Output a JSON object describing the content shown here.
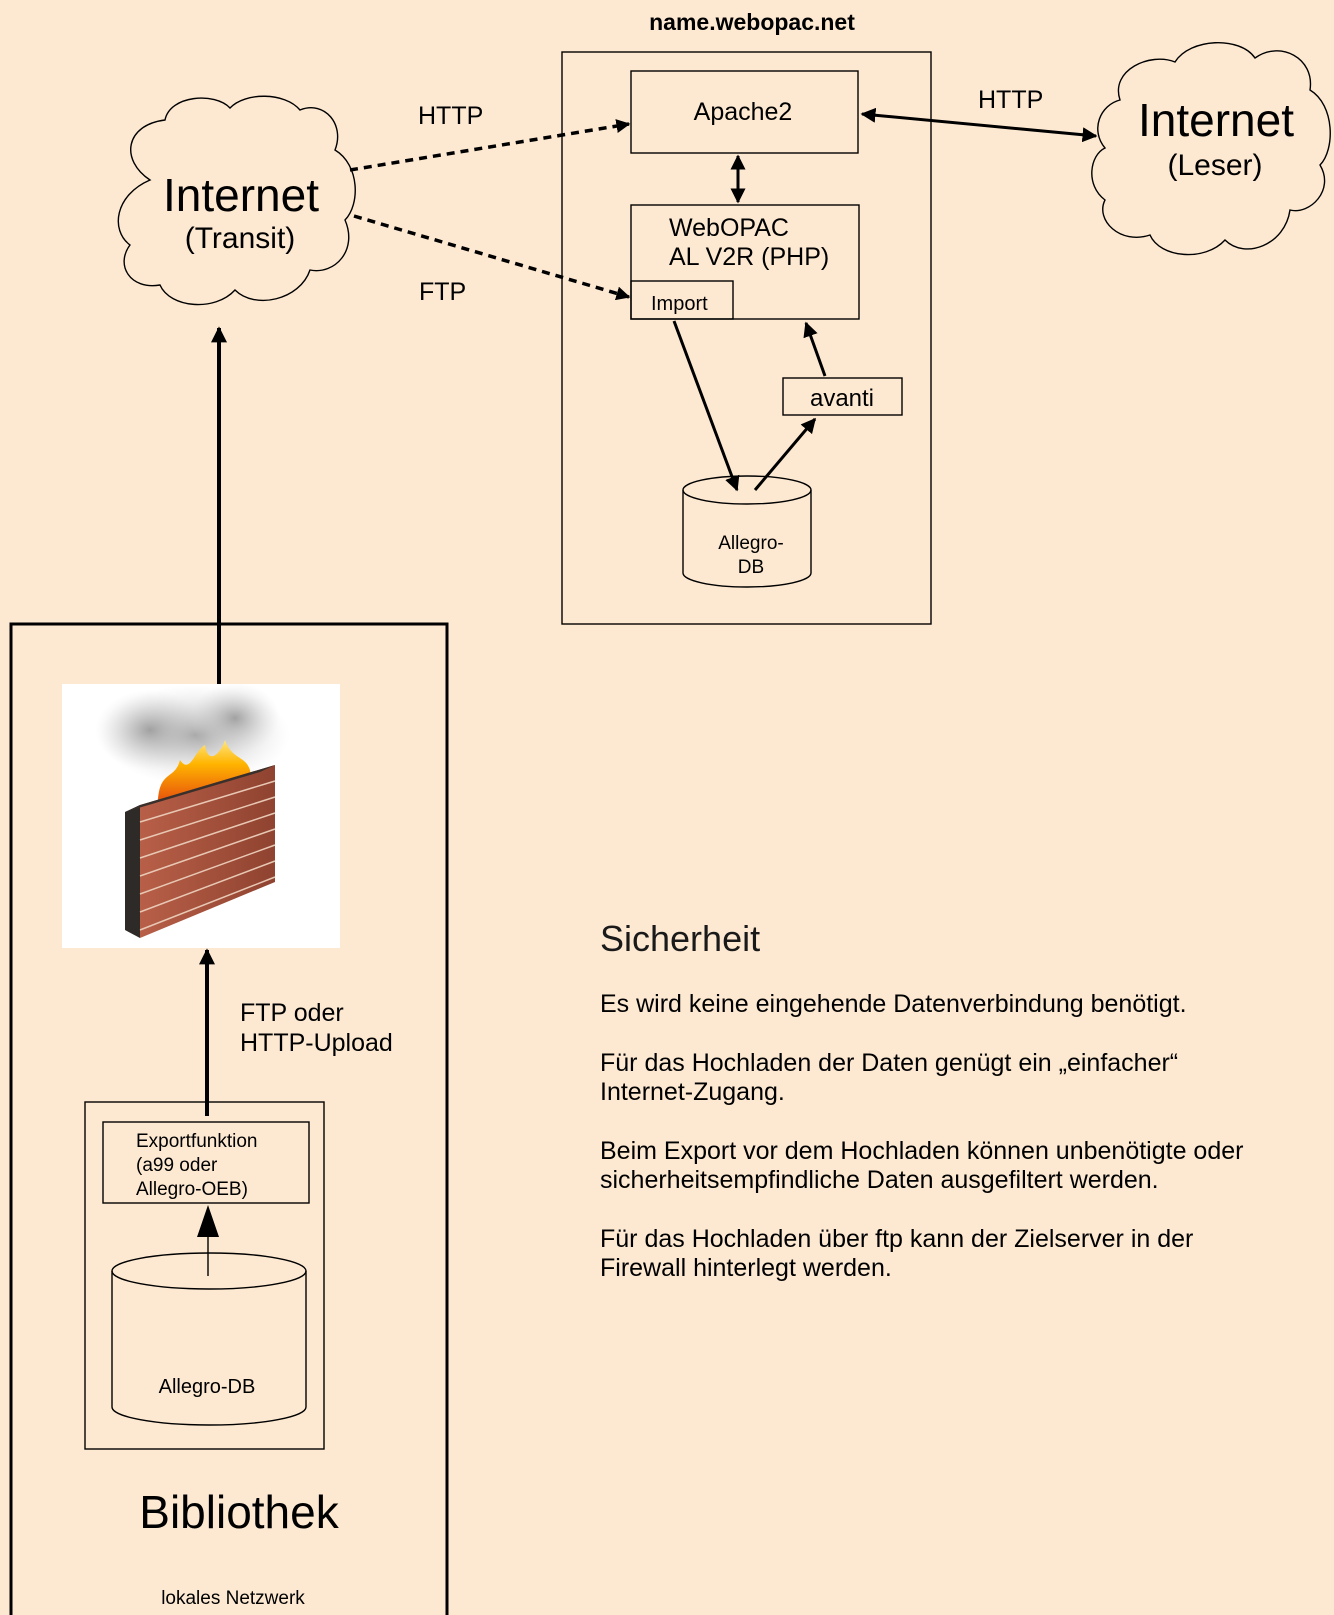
{
  "server": {
    "title": "name.webopac.net",
    "apache": "Apache2",
    "webopac_line1": "WebOPAC",
    "webopac_line2": "AL V2R (PHP)",
    "import": "Import",
    "avanti": "avanti",
    "db_line1": "Allegro-",
    "db_line2": "DB"
  },
  "cloud_transit": {
    "title": "Internet",
    "subtitle": "(Transit)"
  },
  "cloud_reader": {
    "title": "Internet",
    "subtitle": "(Leser)"
  },
  "links": {
    "http_transit": "HTTP",
    "ftp_transit": "FTP",
    "http_reader": "HTTP",
    "upload_line1": "FTP oder",
    "upload_line2": "HTTP-Upload"
  },
  "library": {
    "title": "Bibliothek",
    "footer": "lokales Netzwerk",
    "export_line1": "Exportfunktion",
    "export_line2": "(a99 oder",
    "export_line3": "Allegro-OEB)",
    "db": "Allegro-DB",
    "firewall_icon": "burning-firewall-icon"
  },
  "security": {
    "heading": "Sicherheit",
    "p1": "Es wird keine eingehende Datenverbindung benötigt.",
    "p2_line1": "Für das Hochladen der Daten genügt ein „einfacher“",
    "p2_line2": "Internet-Zugang.",
    "p3_line1": "Beim Export vor dem Hochladen können unbenötigte oder",
    "p3_line2": "sicherheitsempfindliche Daten ausgefiltert werden.",
    "p4_line1": "Für das  Hochladen über ftp kann der Zielserver in der",
    "p4_line2": "Firewall hinterlegt werden."
  },
  "colors": {
    "background": "#fde9d2",
    "line": "#000000"
  }
}
